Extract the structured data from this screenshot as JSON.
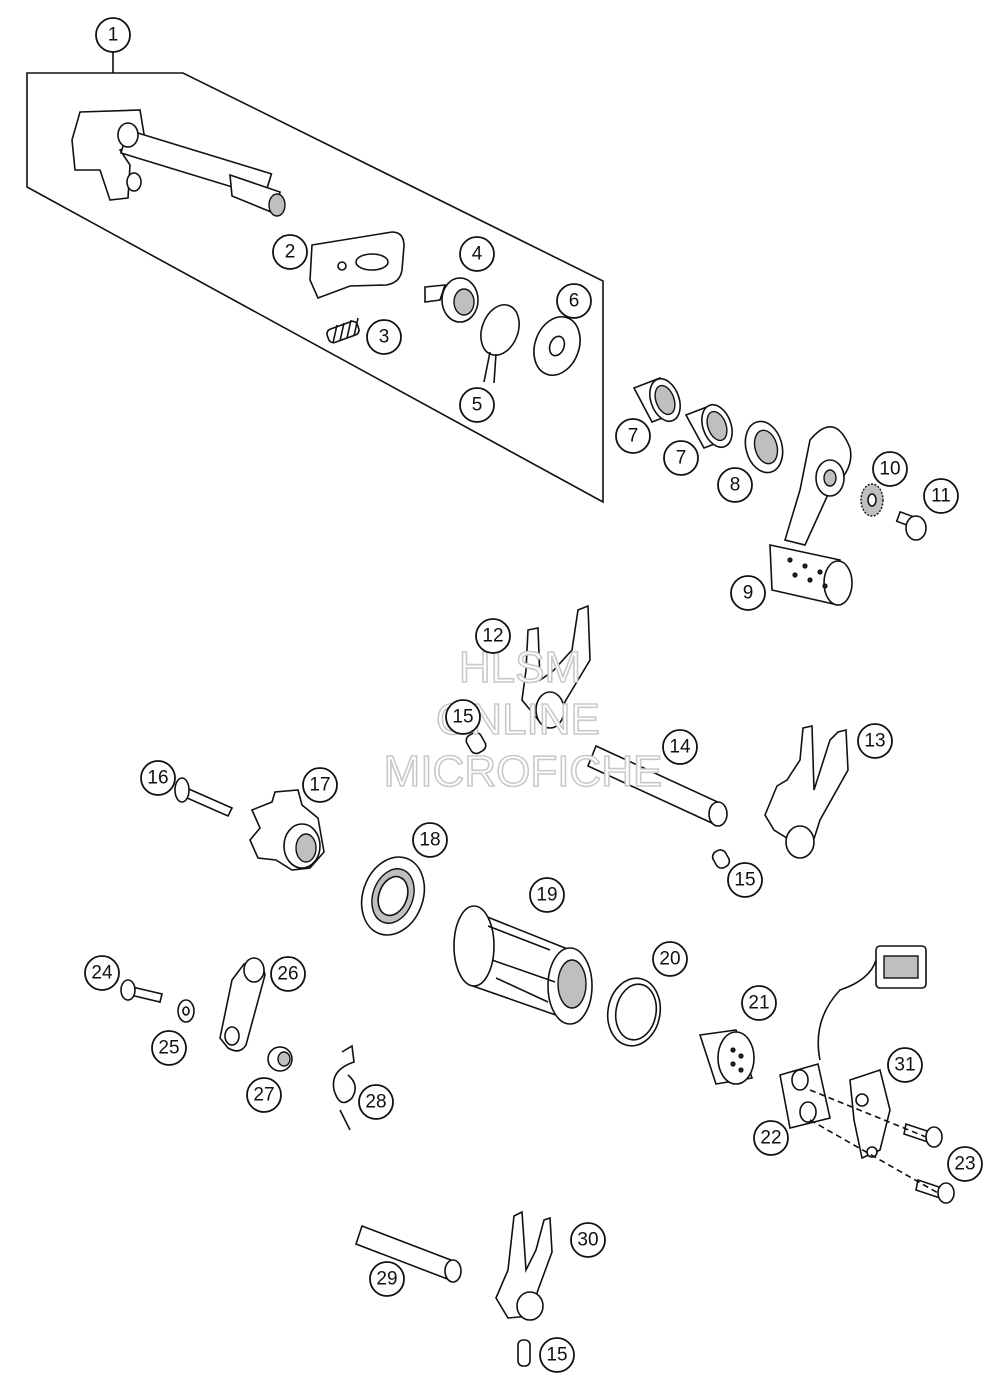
{
  "watermark": [
    "HLSM",
    "ONLINE",
    "MICROFICHE"
  ],
  "callouts": {
    "c1": "1",
    "c2": "2",
    "c3": "3",
    "c4": "4",
    "c5": "5",
    "c6": "6",
    "c7a": "7",
    "c7b": "7",
    "c8": "8",
    "c9": "9",
    "c10": "10",
    "c11": "11",
    "c12": "12",
    "c13": "13",
    "c14": "14",
    "c15a": "15",
    "c15b": "15",
    "c15c": "15",
    "c16": "16",
    "c17": "17",
    "c18": "18",
    "c19": "19",
    "c20": "20",
    "c21": "21",
    "c22": "22",
    "c23": "23",
    "c24": "24",
    "c25": "25",
    "c26": "26",
    "c27": "27",
    "c28": "28",
    "c29": "29",
    "c30": "30",
    "c31": "31"
  }
}
